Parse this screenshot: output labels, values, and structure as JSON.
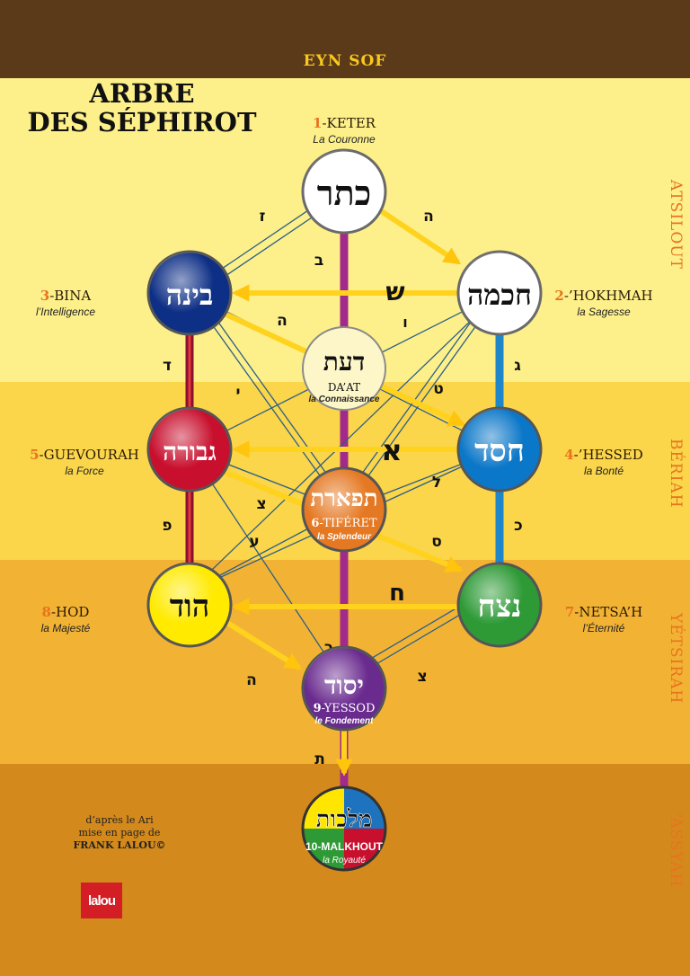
{
  "header": {
    "eyn_sof": "EYN SOF"
  },
  "title": {
    "line1": "ARBRE",
    "line2": "DES SÉPHIROT"
  },
  "worlds": [
    "ATSILOUT",
    "BÉRIAH",
    "YÉTSIRAH",
    "‘ASSYAH"
  ],
  "colors": {
    "brown": "#5b3a19",
    "gold": "#f8c81e",
    "orange": "#e8731f",
    "arrow": "#ffd21e",
    "purple": "#a12a8a"
  },
  "sephirot": {
    "keter": {
      "num": "1",
      "name": "-KETER",
      "fr": "La Couronne",
      "hebrew": "כתר",
      "fill": "#ffffff",
      "text": "#111111"
    },
    "hokhmah": {
      "num": "2",
      "name": "-’HOKHMAH",
      "fr": "la Sagesse",
      "hebrew": "חכמה",
      "fill": "#ffffff",
      "text": "#111111"
    },
    "bina": {
      "num": "3",
      "name": "-BINA",
      "fr": "l’Intelligence",
      "hebrew": "בינה",
      "fill": "#0e2f86",
      "text": "#ffffff"
    },
    "daat": {
      "name": "DA’AT",
      "fr": "la Connaissance",
      "hebrew": "דעת",
      "fill": "#fdf6c8",
      "text": "#111111"
    },
    "hessed": {
      "num": "4",
      "name": "-’HESSED",
      "fr": "la Bonté",
      "hebrew": "חסד",
      "fill": "#0b77c8",
      "text": "#ffffff"
    },
    "guevourah": {
      "num": "5",
      "name": "-GUEVOURAH",
      "fr": "la Force",
      "hebrew": "גבורה",
      "fill": "#c8102e",
      "text": "#ffffff"
    },
    "tiferet": {
      "num": "6",
      "name": "-TIFÉRET",
      "fr": "la Splendeur",
      "hebrew": "תפארת",
      "fill": "#e57822",
      "text": "#ffffff"
    },
    "netsah": {
      "num": "7",
      "name": "-NETSA’H",
      "fr": "l’Éternité",
      "hebrew": "נצח",
      "fill": "#2e9a36",
      "text": "#ffffff"
    },
    "hod": {
      "num": "8",
      "name": "-HOD",
      "fr": "la Majesté",
      "hebrew": "הוד",
      "fill": "#ffea00",
      "text": "#111111"
    },
    "yessod": {
      "num": "9",
      "name": "-YESSOD",
      "fr": "le Fondement",
      "hebrew": "יסוד",
      "fill": "#6a2b8f",
      "text": "#ffffff"
    },
    "malkhout": {
      "num": "10",
      "name": "-MALKHOUT",
      "fr": "la Royauté",
      "hebrew": "מלכות",
      "fill": "#1e73be",
      "text": "#ffffff"
    }
  },
  "path_letters": [
    "ז",
    "ה",
    "ב",
    "ש",
    "ו",
    "ה",
    "ד",
    "י",
    "ט",
    "ג",
    "א",
    "ל",
    "צ",
    "פ",
    "ע",
    "ס",
    "כ",
    "ח",
    "ר",
    "ה",
    "צ",
    "ת"
  ],
  "credit": {
    "line1": "d’après le Ari",
    "line2": "mise en page de",
    "line3": "FRANK LALOU©"
  },
  "logo": "lalou"
}
